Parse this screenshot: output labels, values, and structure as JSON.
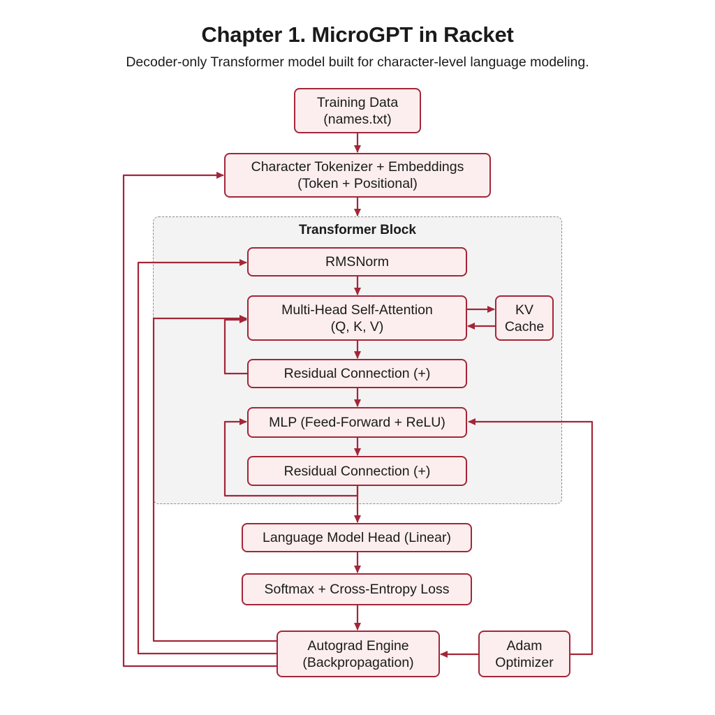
{
  "header": {
    "title": "Chapter 1. MicroGPT in Racket",
    "subtitle": "Decoder-only Transformer model built for character-level language modeling."
  },
  "group": {
    "label": "Transformer Block"
  },
  "nodes": {
    "training_data": {
      "line1": "Training Data",
      "line2": "(names.txt)"
    },
    "tokenizer": {
      "line1": "Character Tokenizer + Embeddings",
      "line2": "(Token + Positional)"
    },
    "rmsnorm": {
      "line1": "RMSNorm"
    },
    "attention": {
      "line1": "Multi-Head Self-Attention",
      "line2": "(Q, K, V)"
    },
    "kv_cache": {
      "line1": "KV",
      "line2": "Cache"
    },
    "residual_1": {
      "line1": "Residual Connection (+)"
    },
    "mlp": {
      "line1": "MLP (Feed-Forward + ReLU)"
    },
    "residual_2": {
      "line1": "Residual Connection (+)"
    },
    "lm_head": {
      "line1": "Language Model Head (Linear)"
    },
    "loss": {
      "line1": "Softmax + Cross-Entropy Loss"
    },
    "autograd": {
      "line1": "Autograd Engine",
      "line2": "(Backpropagation)"
    },
    "adam": {
      "line1": "Adam",
      "line2": "Optimizer"
    }
  },
  "colors": {
    "accent": "#a32638",
    "node_fill": "#fceeee",
    "group_fill": "#f3f3f3",
    "group_border": "#8c8c8c"
  }
}
